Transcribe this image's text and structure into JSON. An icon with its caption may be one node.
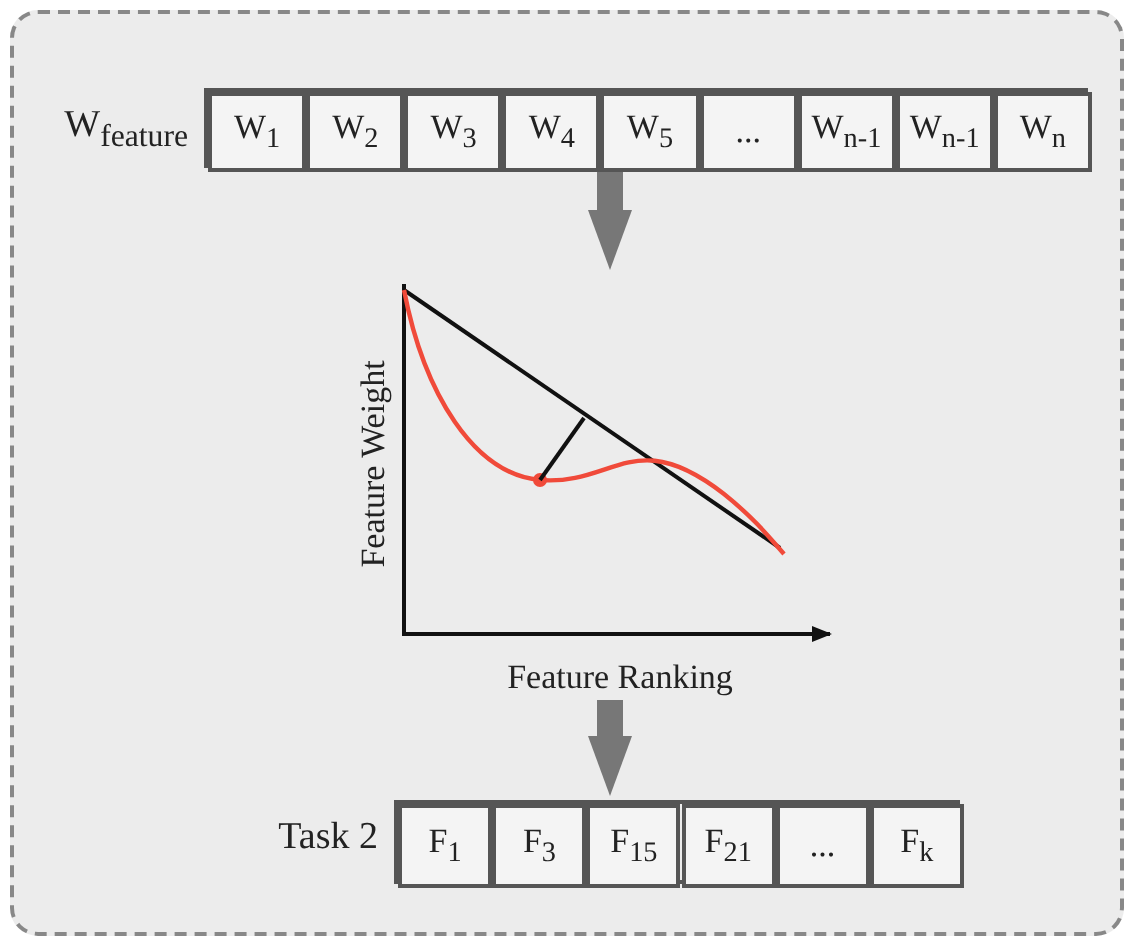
{
  "diagram": {
    "nodes": [
      {
        "text": [],
        "shape": "box"
      },
      {
        "text": [
          "W$_{feature}$"
        ],
        "in": 0
      },
      {
        "text": [
          "W$_{1}$"
        ],
        "in": 1
      },
      {
        "text": [
          "W$_{2}$"
        ],
        "in": 1
      },
      {
        "text": [
          "W$_{3}$"
        ],
        "in": 1
      },
      {
        "text": [
          "W$_{4}$"
        ],
        "in": 1
      },
      {
        "text": [
          "W$_{5}$"
        ],
        "in": 1
      },
      {
        "text": [
          "..."
        ],
        "in": 1
      },
      {
        "text": [
          "W$_{n-1}$"
        ],
        "in": 1
      },
      {
        "text": [
          "W$_{n-1}$"
        ],
        "in": 1
      },
      {
        "text": [
          "W$_{n}$"
        ],
        "in": 1
      },
      {
        "text": [
          "Feature Weight",
          "Feature Ranking"
        ],
        "in": 0
      },
      {
        "text": [
          "Task 2"
        ],
        "in": 0
      },
      {
        "text": [
          "F$_{1}$"
        ],
        "in": 12
      },
      {
        "text": [
          "F$_{3}$"
        ],
        "in": 12
      },
      {
        "text": [
          "F$_{15}$"
        ],
        "in": 12
      },
      {
        "text": [
          "F$_{21}$"
        ],
        "in": 12
      },
      {
        "text": [
          "..."
        ],
        "in": 12
      },
      {
        "text": [
          "F$_{k}$"
        ],
        "in": 12
      }
    ],
    "edges": [
      {
        "from": 1,
        "to": 11,
        "arrow": "to"
      },
      {
        "from": 11,
        "to": 12,
        "arrow": "to"
      }
    ]
  }
}
